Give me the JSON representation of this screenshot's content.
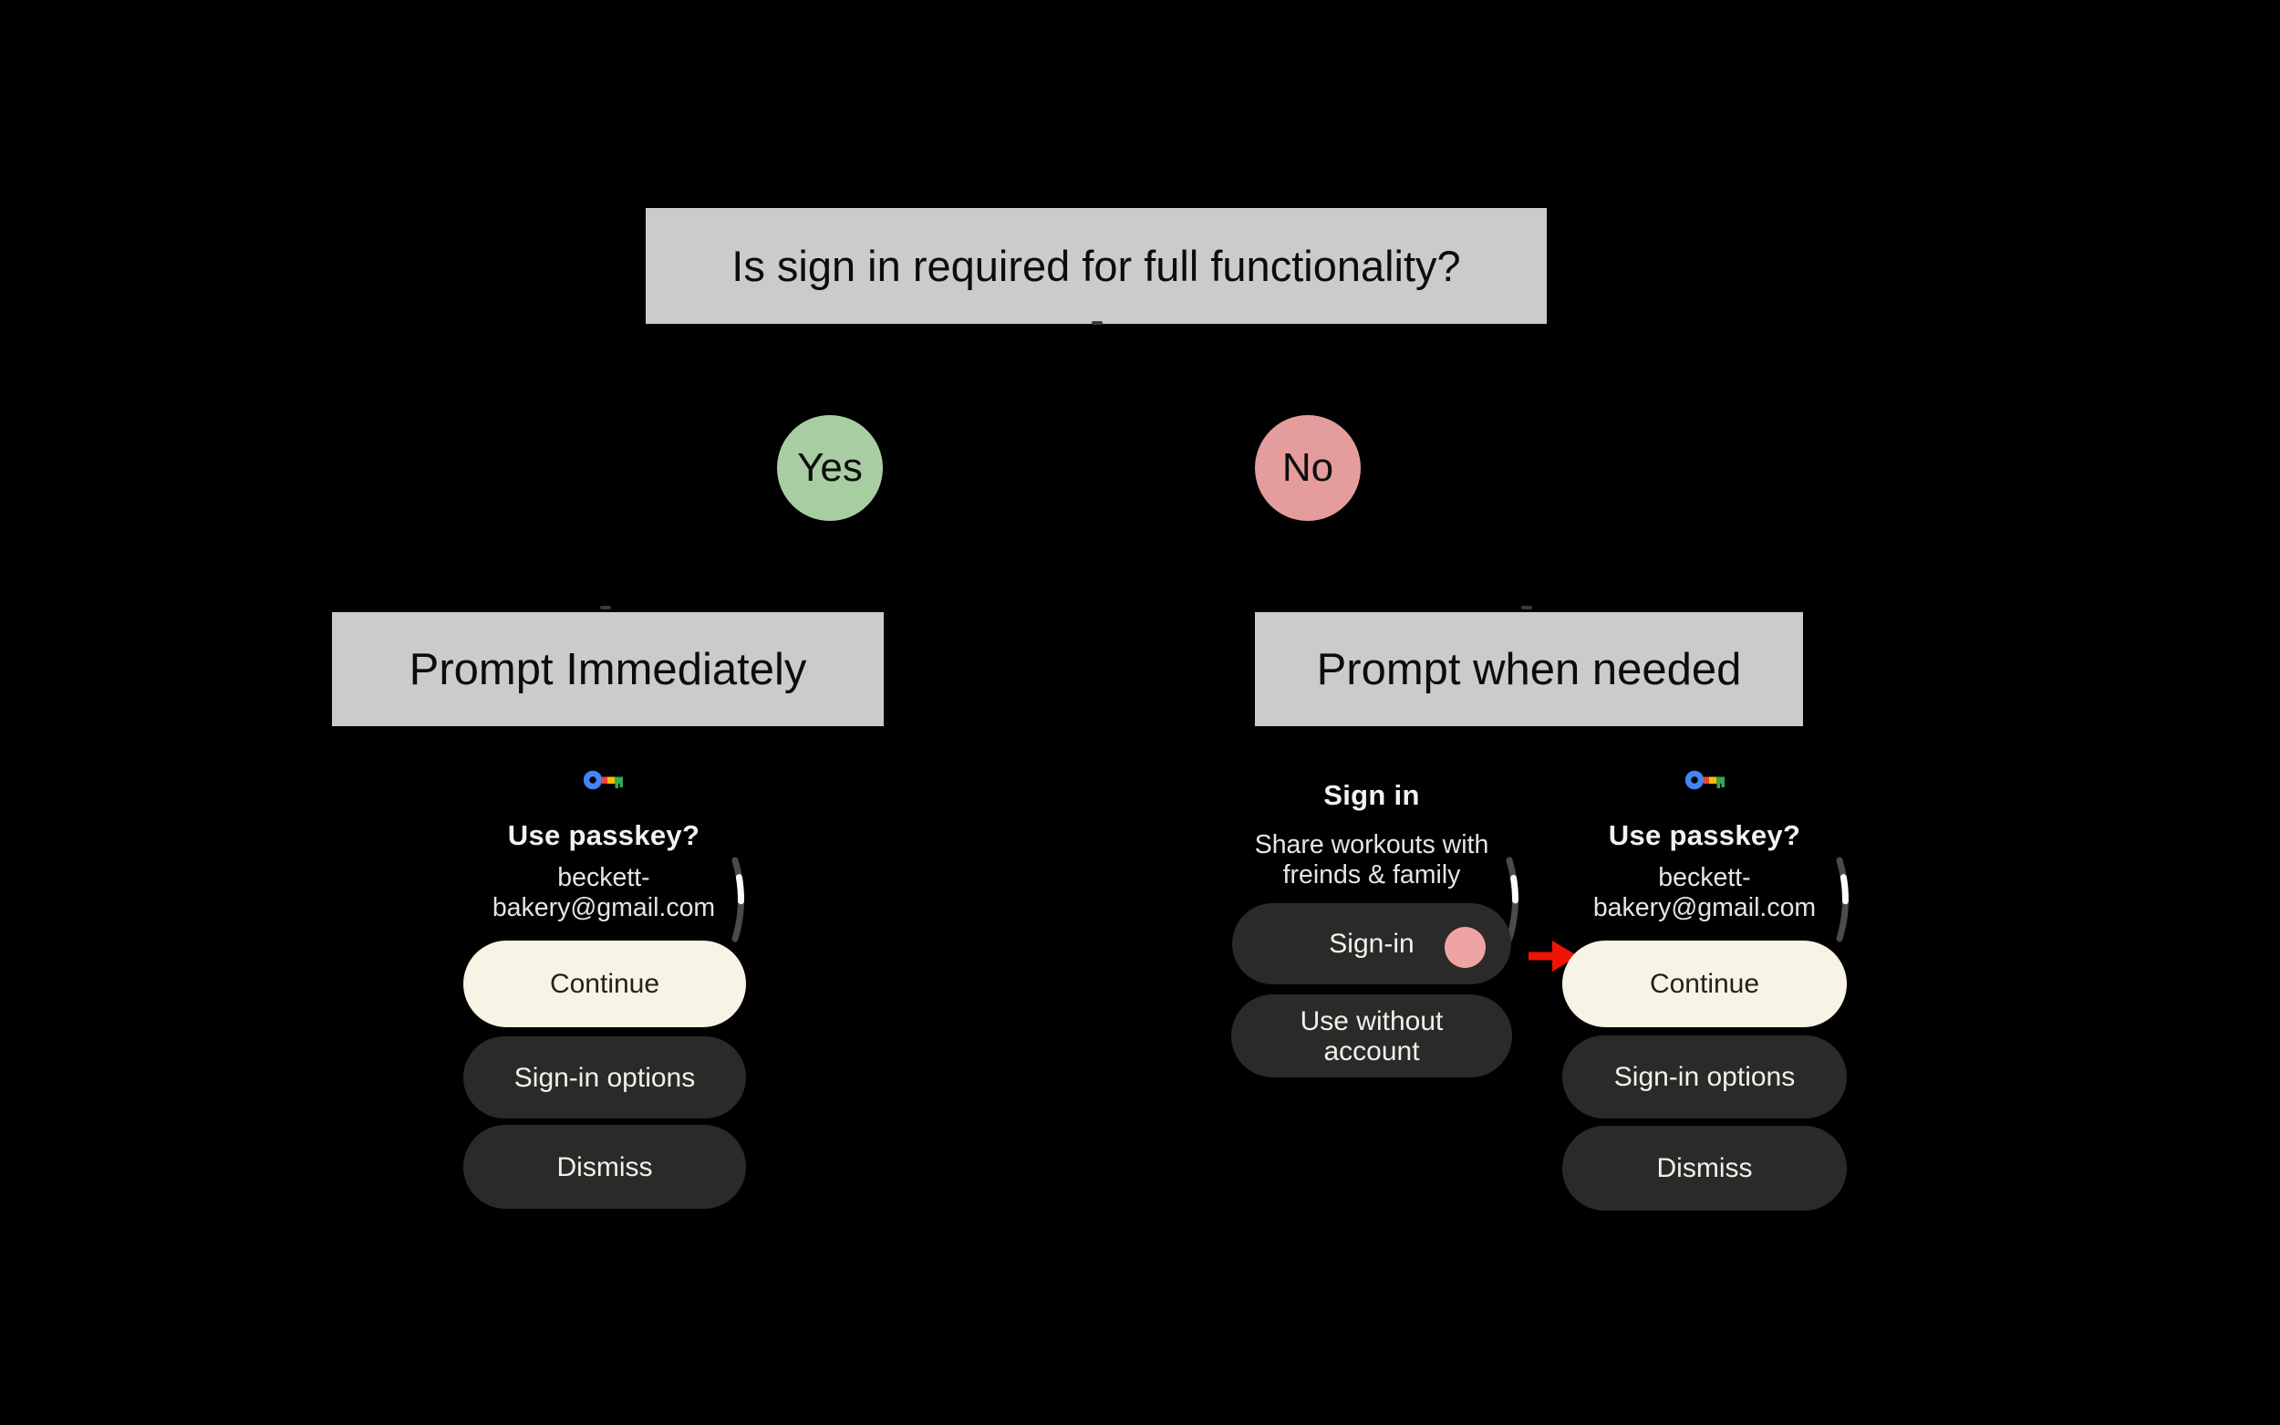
{
  "colors": {
    "background": "#000000",
    "box_gray": "#cbcbcb",
    "yes_green": "#a8cda3",
    "no_pink": "#e59c9c",
    "pill_dark": "#2b2a28",
    "continue_cream": "#f8f4e5",
    "tap_pink": "#eda4a3",
    "arrow_red": "#ee1506",
    "scroll_track": "#4b4b49",
    "scroll_thumb": "#fcfcfb",
    "key_blue": "#4285f4",
    "key_red": "#ea4335",
    "key_yellow": "#fbbc04",
    "key_green": "#34a853"
  },
  "flowchart": {
    "question": "Is sign in required for full functionality?",
    "yes_label": "Yes",
    "no_label": "No",
    "left_outcome": "Prompt Immediately",
    "right_outcome": "Prompt when needed"
  },
  "screens": {
    "passkey": {
      "icon": "passkey-key-icon",
      "title": "Use passkey?",
      "email_line1": "beckett-",
      "email_line2": "bakery@gmail.com",
      "continue_label": "Continue",
      "signin_options_label": "Sign-in options",
      "dismiss_label": "Dismiss"
    },
    "signin": {
      "title": "Sign in",
      "subtitle_line1": "Share workouts with",
      "subtitle_line2": "freinds & family",
      "signin_label": "Sign-in",
      "use_without_line1": "Use without",
      "use_without_line2": "account"
    }
  }
}
